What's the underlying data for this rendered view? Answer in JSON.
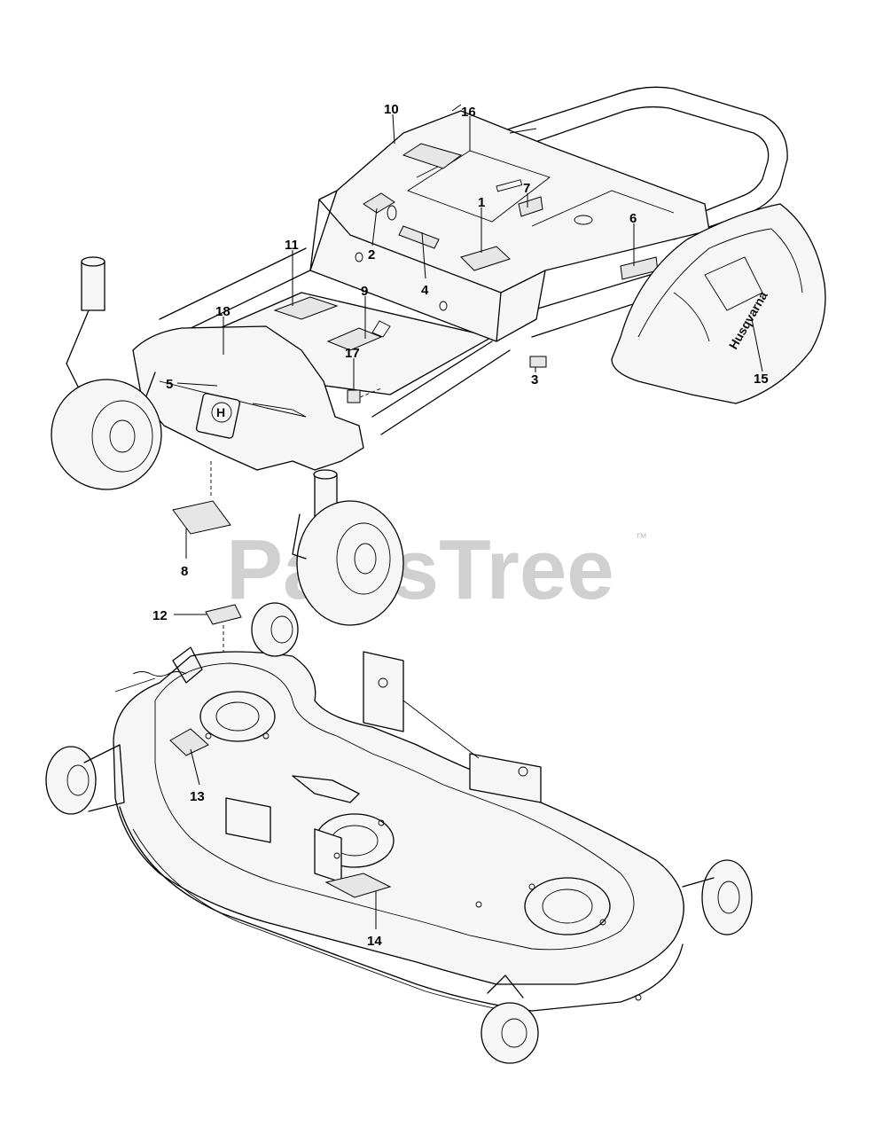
{
  "watermark": {
    "text": "PartsTree",
    "trademark": "™"
  },
  "brand_mark": {
    "text": "Husqvarna"
  },
  "callouts": [
    {
      "id": "1",
      "label": "1"
    },
    {
      "id": "2",
      "label": "2"
    },
    {
      "id": "3",
      "label": "3"
    },
    {
      "id": "4",
      "label": "4"
    },
    {
      "id": "5",
      "label": "5"
    },
    {
      "id": "6",
      "label": "6"
    },
    {
      "id": "7",
      "label": "7"
    },
    {
      "id": "8",
      "label": "8"
    },
    {
      "id": "9",
      "label": "9"
    },
    {
      "id": "10",
      "label": "10"
    },
    {
      "id": "11",
      "label": "11"
    },
    {
      "id": "12",
      "label": "12"
    },
    {
      "id": "13",
      "label": "13"
    },
    {
      "id": "14",
      "label": "14"
    },
    {
      "id": "15",
      "label": "15"
    },
    {
      "id": "16",
      "label": "16"
    },
    {
      "id": "17",
      "label": "17"
    },
    {
      "id": "18",
      "label": "18"
    }
  ]
}
